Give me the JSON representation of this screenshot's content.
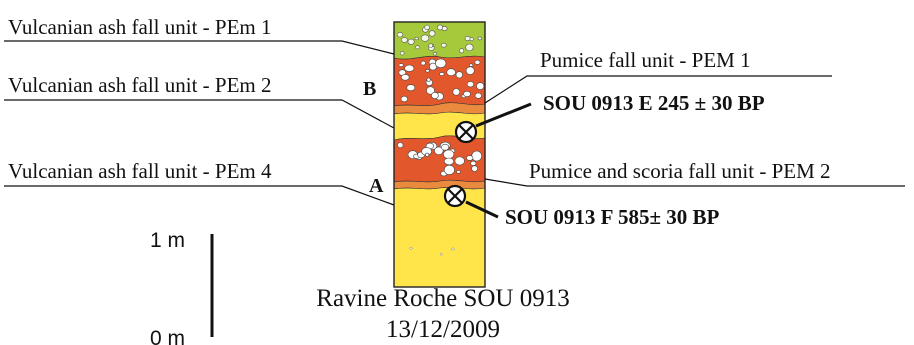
{
  "colors": {
    "green_unit": "#a6c93b",
    "orange_unit": "#e2582c",
    "yellow_unit": "#ffe54a",
    "line": "#111111"
  },
  "left_labels": {
    "pem1_ash": "Vulcanian ash fall unit - PEm 1",
    "pem2_ash": "Vulcanian ash fall unit - PEm 2",
    "pem4_ash": "Vulcanian ash fall unit - PEm 4"
  },
  "right_labels": {
    "pumice_1": "Pumice fall unit - PEM 1",
    "pumice_scoria_2": "Pumice and scoria fall unit - PEM 2"
  },
  "unit_letters": {
    "upper": "B",
    "lower": "A"
  },
  "samples": {
    "e": "SOU 0913 E  245 ± 30 BP",
    "f": "SOU 0913 F  585± 30 BP"
  },
  "sample_icon": "circle-cross-icon",
  "scale": {
    "top": "1 m",
    "bottom": "0 m"
  },
  "title": {
    "location": "Ravine Roche SOU 0913",
    "date": "13/12/2009"
  }
}
